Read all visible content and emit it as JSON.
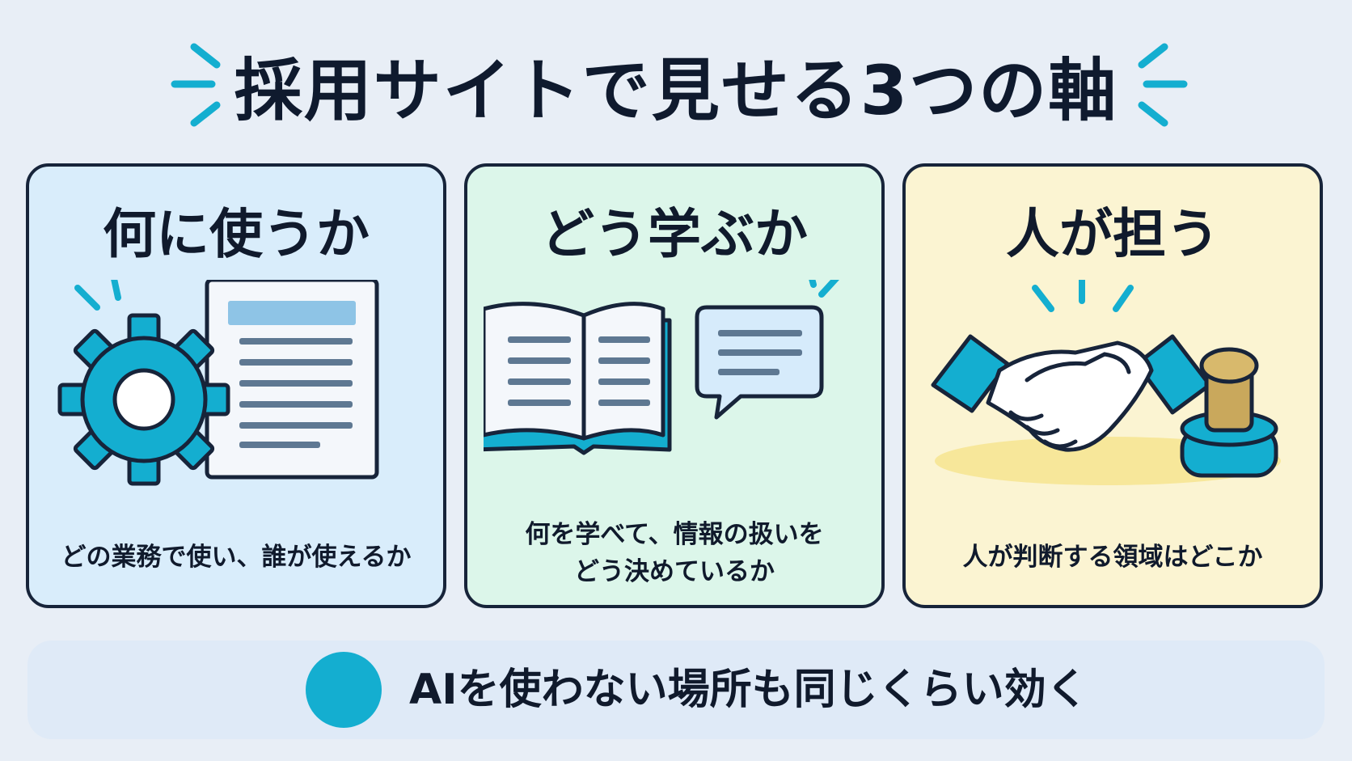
{
  "title": "採用サイトで見せる3つの軸",
  "colors": {
    "accent": "#14aed0",
    "outline": "#17243a",
    "card1_bg": "#d9edfb",
    "card2_bg": "#dcf6ea",
    "card3_bg": "#fbf4d2"
  },
  "cards": [
    {
      "title": "何に使うか",
      "icon": "gear-document-icon",
      "desc_lines": [
        "どの業務で使い、誰が使えるか"
      ]
    },
    {
      "title": "どう学ぶか",
      "icon": "book-speech-bubble-icon",
      "desc_lines": [
        "何を学べて、情報の扱いを",
        "どう決めているか"
      ]
    },
    {
      "title": "人が担う",
      "icon": "handshake-stamp-icon",
      "desc_lines": [
        "人が判断する領域はどこか"
      ]
    }
  ],
  "footer": {
    "text": "AIを使わない場所も同じくらい効く"
  }
}
